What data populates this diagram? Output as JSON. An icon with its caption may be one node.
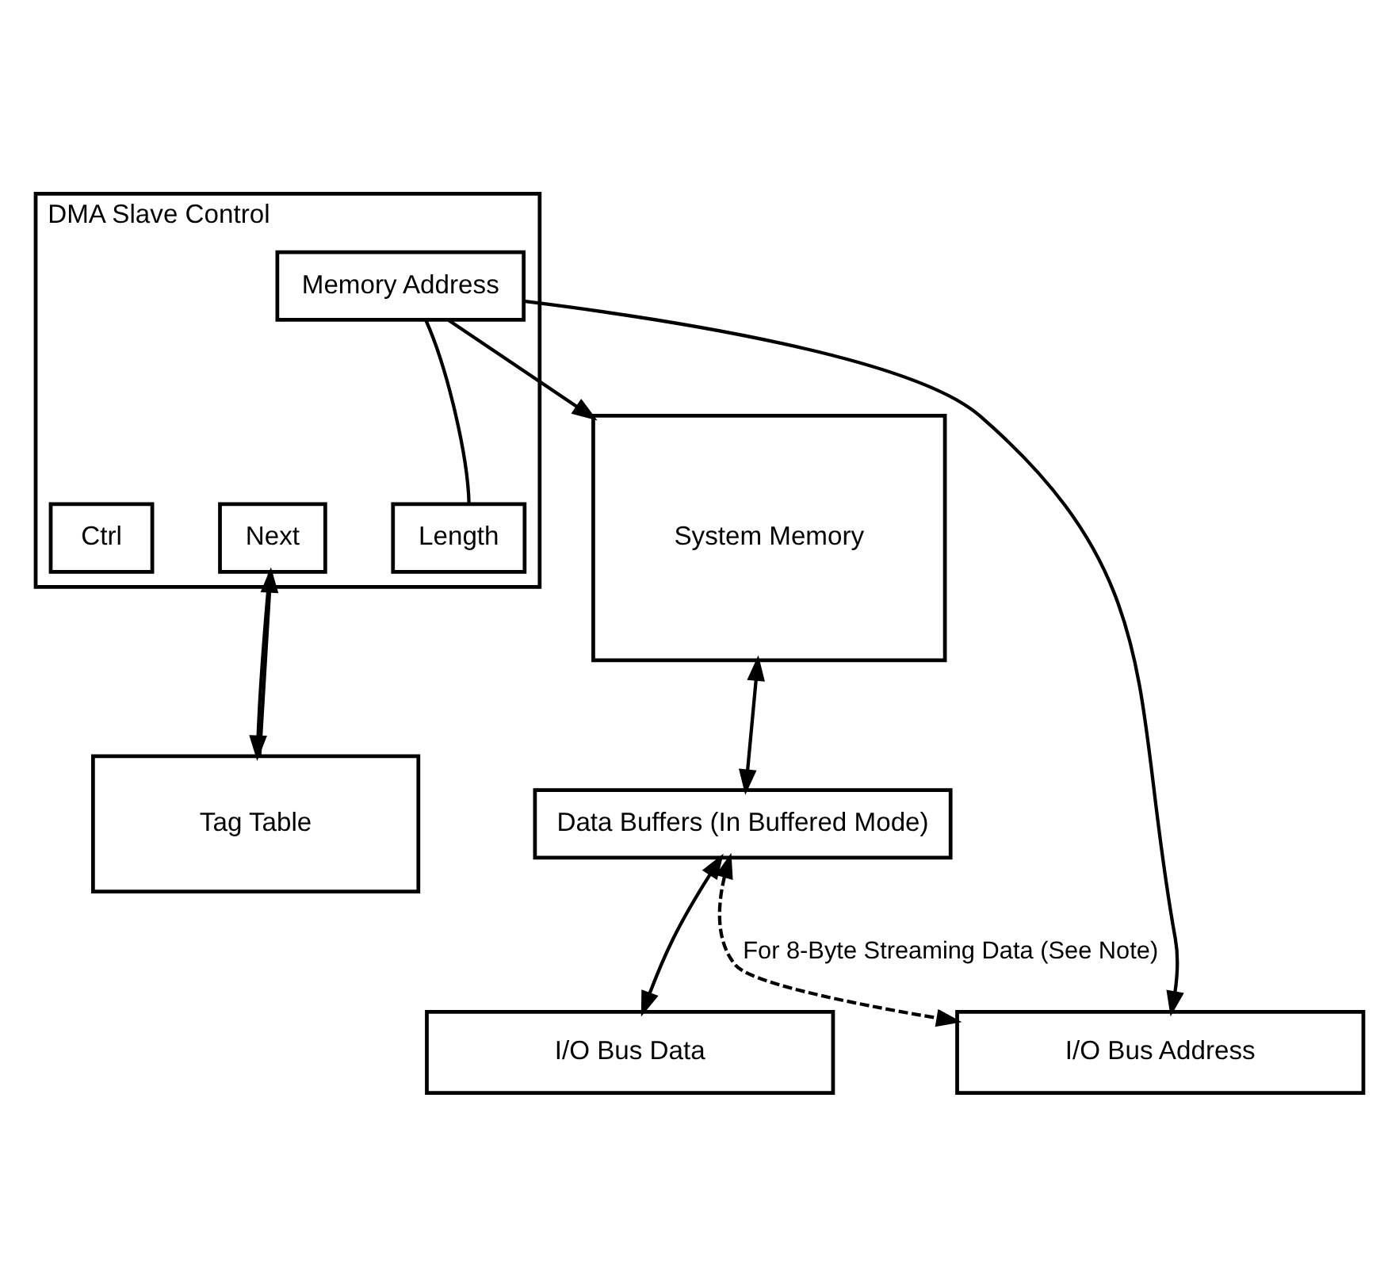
{
  "diagram": {
    "nodes": [
      {
        "text": [
          "DMA Slave Control"
        ]
      },
      {
        "text": [
          "Memory Address"
        ],
        "in": 0
      },
      {
        "text": [
          "Ctrl"
        ],
        "in": 0
      },
      {
        "text": [
          "Next"
        ],
        "in": 0
      },
      {
        "text": [
          "Length"
        ],
        "in": 0
      },
      {
        "text": [
          "System Memory"
        ]
      },
      {
        "text": [
          "Tag Table"
        ]
      },
      {
        "text": [
          "Data Buffers (In Buffered Mode)"
        ]
      },
      {
        "text": [
          "I/O Bus Address"
        ]
      },
      {
        "text": [
          "I/O Bus Data"
        ]
      }
    ],
    "edges": [
      {
        "from": 1,
        "to": 4,
        "arrow": "none"
      },
      {
        "from": 1,
        "to": 5,
        "arrow": "to"
      },
      {
        "from": 1,
        "to": 8,
        "arrow": "to"
      },
      {
        "from": 3,
        "to": 6,
        "arrow": "to"
      },
      {
        "from": 6,
        "to": 3,
        "arrow": "to"
      },
      {
        "from": 5,
        "to": 7,
        "arrow": "both"
      },
      {
        "from": 7,
        "to": 8,
        "arrow": "both",
        "style": "dashed",
        "label": "For 8-Byte Streaming Data (See Note)"
      },
      {
        "from": 7,
        "to": 9,
        "arrow": "both"
      }
    ]
  }
}
